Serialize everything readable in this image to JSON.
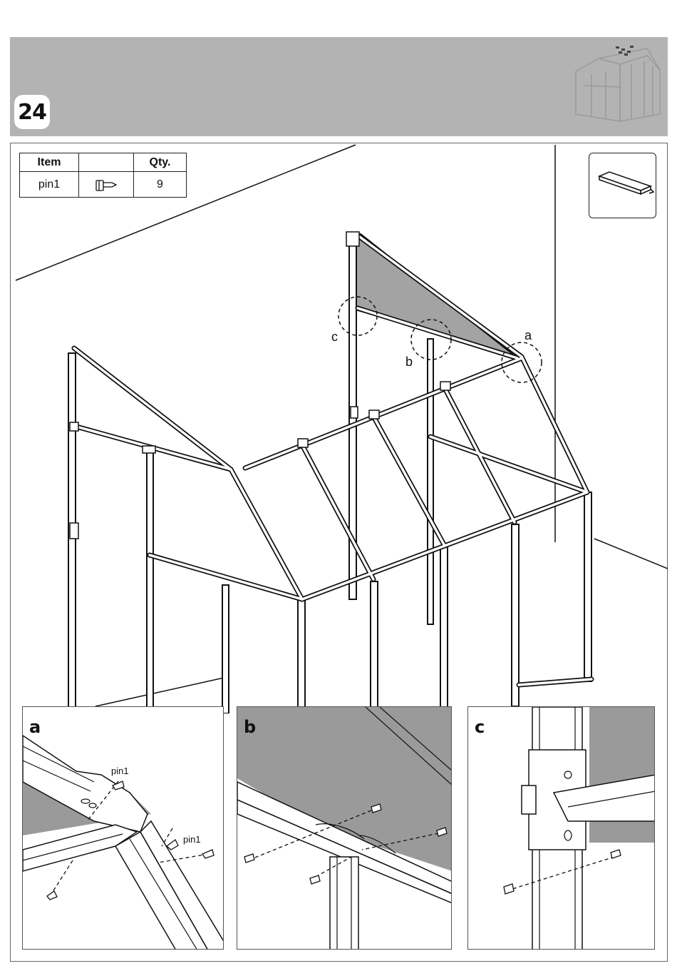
{
  "step": {
    "number": "24"
  },
  "table": {
    "headers": [
      "Item",
      "",
      "Qty."
    ],
    "rows": [
      {
        "item": "pin1",
        "icon": "pin-icon",
        "qty": "9"
      }
    ]
  },
  "callouts": {
    "a": "a",
    "b": "b",
    "c": "c"
  },
  "details": {
    "a": {
      "letter": "a",
      "pin_labels": [
        "pin1",
        "pin1"
      ]
    },
    "b": {
      "letter": "b"
    },
    "c": {
      "letter": "c"
    }
  },
  "colors": {
    "header_band": "#b3b3b3",
    "panel_gray": "#9a9a9a"
  }
}
